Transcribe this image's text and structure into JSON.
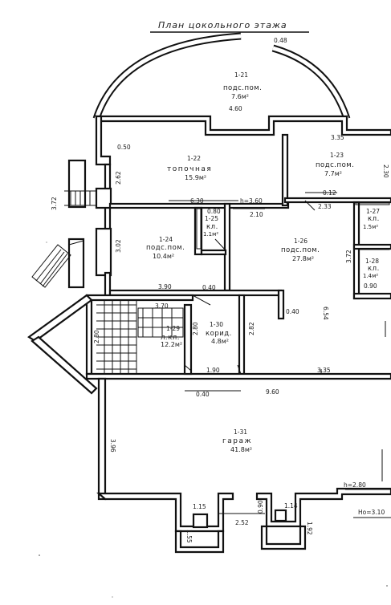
{
  "title": "План цокольного этажа",
  "rooms": [
    {
      "id": "1-21",
      "name": "подс.пом.",
      "area": "7.6м²"
    },
    {
      "id": "1-22",
      "name": "топочная",
      "area": "15.9м²"
    },
    {
      "id": "1-23",
      "name": "подс.пом.",
      "area": "7.7м²"
    },
    {
      "id": "1-24",
      "name": "подс.пом.",
      "area": "10.4м²"
    },
    {
      "id": "1-25",
      "name": "кл.",
      "area": "1.1м²"
    },
    {
      "id": "1-26",
      "name": "подс.пом.",
      "area": "27.8м²"
    },
    {
      "id": "1-27",
      "name": "кл.",
      "area": "1.5м²"
    },
    {
      "id": "1-28",
      "name": "кл.",
      "area": "1.4м²"
    },
    {
      "id": "1-29",
      "name": "л.кл.",
      "area": "12.2м²"
    },
    {
      "id": "1-30",
      "name": "корид.",
      "area": "4.8м²"
    },
    {
      "id": "1-31",
      "name": "гараж",
      "area": "41.8м²"
    }
  ],
  "dimensions": [
    "0.48",
    "4.60",
    "3.35",
    "0.50",
    "2.62",
    "2.30",
    "3.72",
    "6.30",
    "h=3.60",
    "0.12",
    "2.10",
    "2.33",
    "0.80",
    "3.02",
    "3.72",
    "0.90",
    "3.90",
    "0.40",
    "3.70",
    "6.54",
    "0.40",
    "2.80",
    "2.80",
    "2.82",
    "1.90",
    "3.35",
    "0.40",
    "9.60",
    "3.96",
    "h=2.80",
    "1.15",
    "0.90",
    "1.14",
    "Hо=3.10",
    "1.55",
    "2.52",
    "1.92"
  ]
}
